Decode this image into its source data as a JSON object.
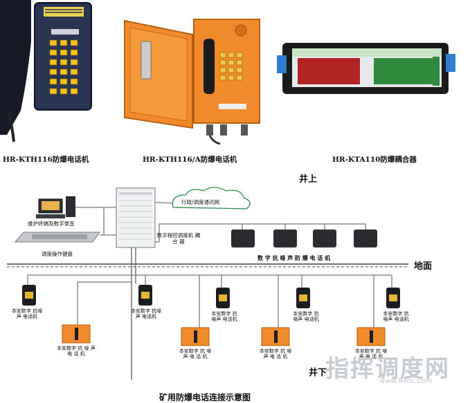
{
  "products": [
    {
      "caption": "HR-KTH116防爆电话机",
      "icon": "explosion-proof-telephone"
    },
    {
      "caption": "HR-KTH116/A防爆电话机",
      "icon": "orange-box-telephone"
    },
    {
      "caption": "HR-KTA110防爆耦合器",
      "icon": "coupler-device"
    }
  ],
  "diagram": {
    "above_ground": "井上",
    "ground": "地面",
    "underground": "井下",
    "cloud": "行政/调度通讯网",
    "workstation": "维护终端及数字录音",
    "keyboard": "调度操作键盘",
    "switch": "数字程控调度机 耦 合 器",
    "surface_phones": "数 字 抗 噪 声 防 爆 电 话 机",
    "mine_phone_label": "本安数字 抗噪声 电话机",
    "orange_phone_label": "本安数字 抗 噪 声 电 话 机",
    "title": "矿用防爆电话连接示意图"
  },
  "watermark": {
    "text": "指挥调度网",
    "url": "www.94ec.com"
  },
  "colors": {
    "orange": "#f08a2a",
    "navy": "#1f2a4a",
    "green": "#2f8a3e",
    "dark": "#222"
  }
}
